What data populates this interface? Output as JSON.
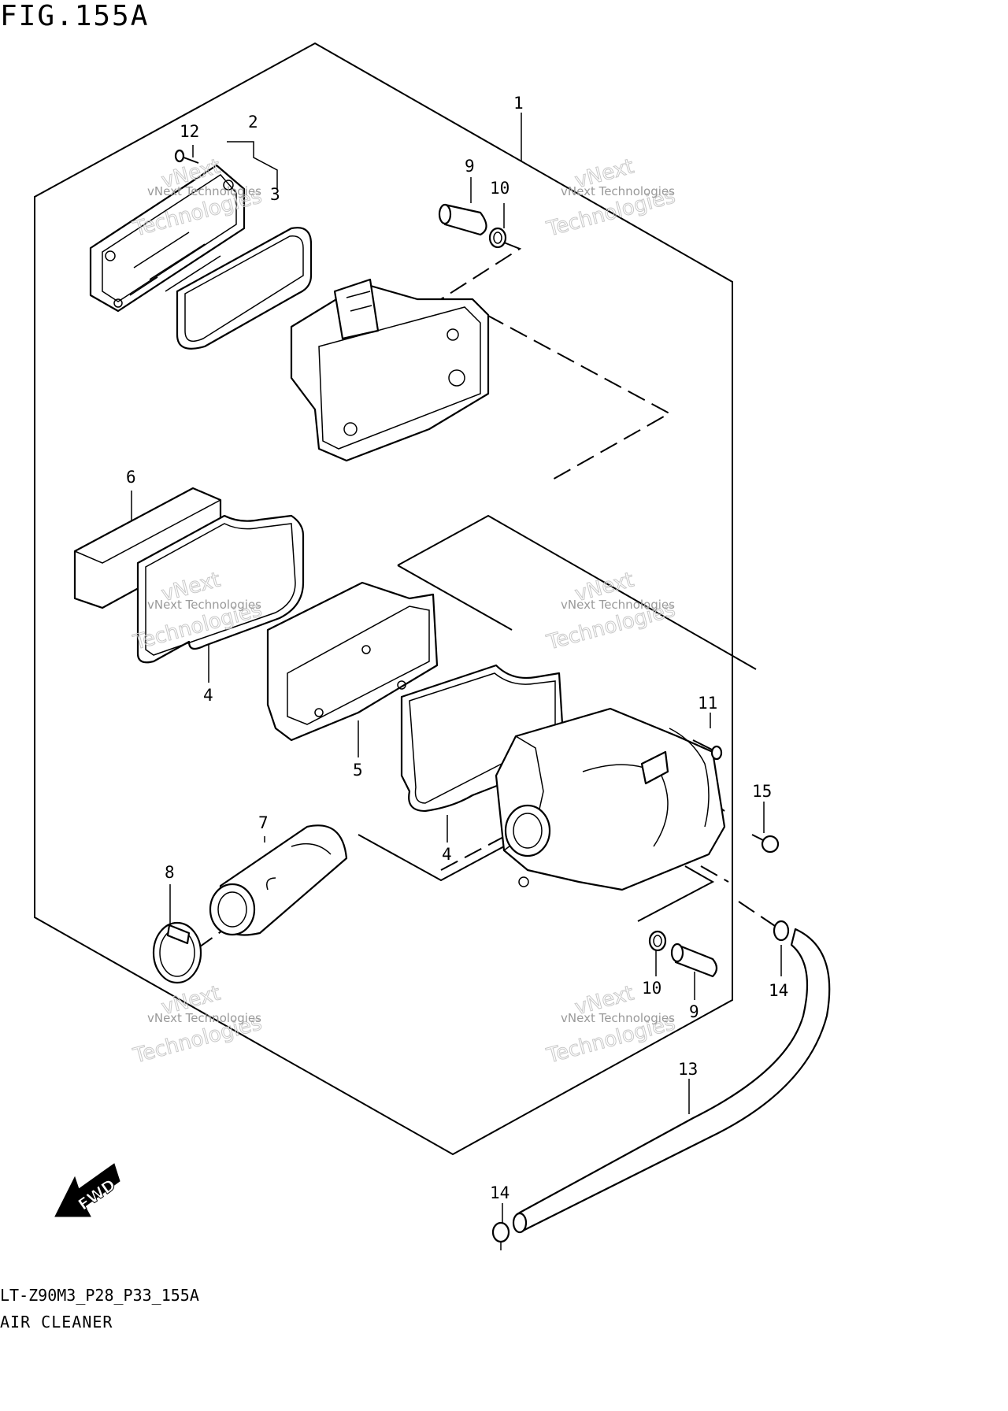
{
  "figure": {
    "title": "FIG.155A",
    "model_code": "LT-Z90M3_P28_P33_155A",
    "part_name": "AIR CLEANER"
  },
  "callouts": [
    "1",
    "2",
    "3",
    "4",
    "4",
    "5",
    "6",
    "7",
    "8",
    "9",
    "9",
    "10",
    "10",
    "11",
    "12",
    "13",
    "14",
    "14",
    "15"
  ],
  "watermark": {
    "line1": "vNext Technologies",
    "line2": "vNext",
    "line3": "Technologies"
  },
  "direction_badge": "FWD"
}
